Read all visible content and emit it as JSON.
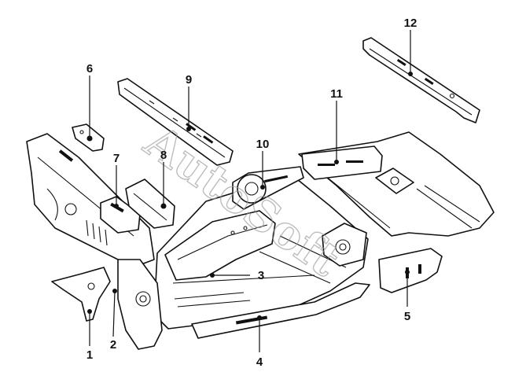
{
  "callouts": [
    {
      "id": "1",
      "label": "1"
    },
    {
      "id": "2",
      "label": "2"
    },
    {
      "id": "3",
      "label": "3"
    },
    {
      "id": "4",
      "label": "4"
    },
    {
      "id": "5",
      "label": "5"
    },
    {
      "id": "6",
      "label": "6"
    },
    {
      "id": "7",
      "label": "7"
    },
    {
      "id": "8",
      "label": "8"
    },
    {
      "id": "9",
      "label": "9"
    },
    {
      "id": "10",
      "label": "10"
    },
    {
      "id": "11",
      "label": "11"
    },
    {
      "id": "12",
      "label": "12"
    }
  ],
  "watermark": "AutoSoft"
}
